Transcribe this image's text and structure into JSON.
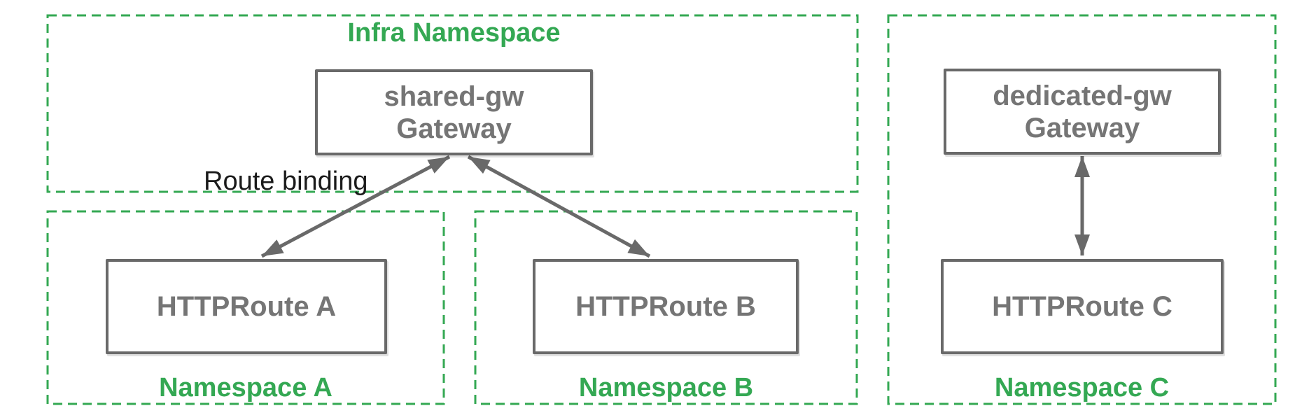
{
  "diagram": {
    "infra_namespace": {
      "title": "Infra Namespace"
    },
    "namespaces": [
      {
        "label": "Namespace A"
      },
      {
        "label": "Namespace B"
      },
      {
        "label": "Namespace C"
      }
    ],
    "nodes": {
      "shared_gw": {
        "name": "shared-gw",
        "kind": "Gateway"
      },
      "dedicated_gw": {
        "name": "dedicated-gw",
        "kind": "Gateway"
      },
      "route_a": {
        "label": "HTTPRoute A"
      },
      "route_b": {
        "label": "HTTPRoute B"
      },
      "route_c": {
        "label": "HTTPRoute C"
      }
    },
    "annotations": {
      "route_binding": "Route binding"
    },
    "colors": {
      "namespace_green": "#34A853",
      "node_border_gray": "#696969",
      "node_text_gray": "#757575",
      "annotation_black": "#1A1A1A",
      "background": "#FFFFFF"
    }
  }
}
